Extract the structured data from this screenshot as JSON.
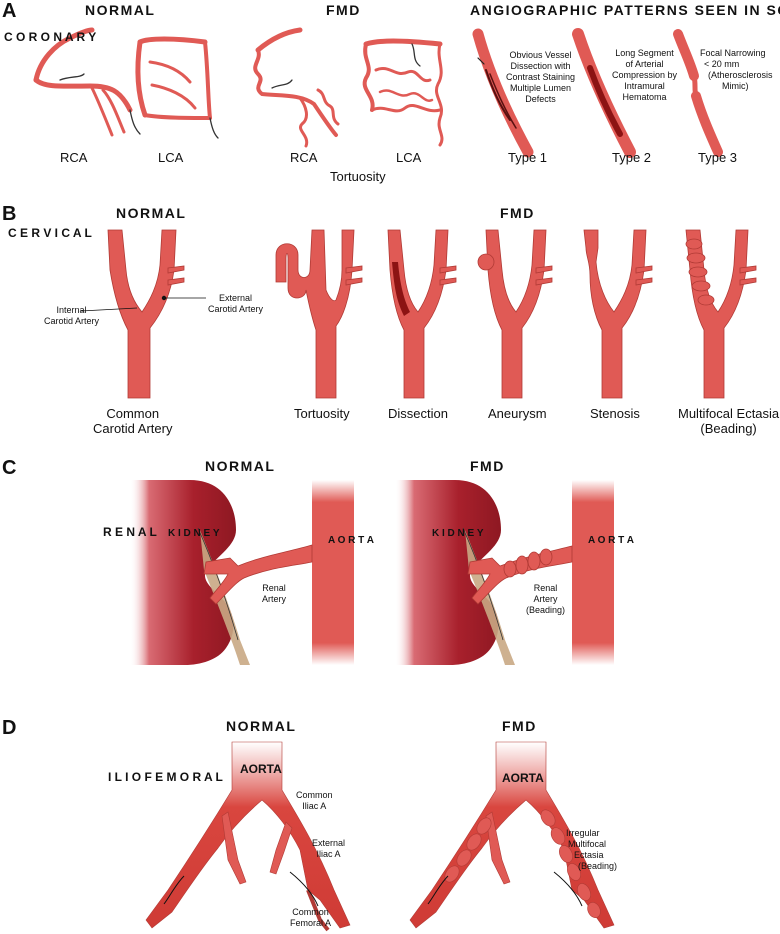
{
  "panels": {
    "a": "A",
    "b": "B",
    "c": "C",
    "d": "D"
  },
  "a": {
    "normal": "NORMAL",
    "fmd": "FMD",
    "scad_title": "ANGIOGRAPHIC PATTERNS SEEN IN SCAD",
    "region": "C O R O N A R Y",
    "rca": "RCA",
    "lca": "LCA",
    "rca2": "RCA",
    "lca2": "LCA",
    "tortuosity": "Tortuosity",
    "type1": "Type 1",
    "type2": "Type 2",
    "type3": "Type 3",
    "type1_desc": [
      "Obvious Vessel",
      "Dissection with",
      "Contrast Staining",
      "Multiple Lumen",
      "Defects"
    ],
    "type2_desc": [
      "Long Segment",
      "of Arterial",
      "Compression by",
      "Intramural",
      "Hematoma"
    ],
    "type3_desc": [
      "Focal Narrowing",
      "< 20 mm",
      "(Atherosclerosis",
      "Mimic)"
    ]
  },
  "b": {
    "normal": "NORMAL",
    "fmd": "FMD",
    "region": "C E R V I C A L",
    "internal": [
      "Internal",
      "Carotid Artery"
    ],
    "external": [
      "External",
      "Carotid Artery"
    ],
    "common": [
      "Common",
      "Carotid Artery"
    ],
    "tortuosity": "Tortuosity",
    "dissection": "Dissection",
    "aneurysm": "Aneurysm",
    "stenosis": "Stenosis",
    "ectasia": [
      "Multifocal Ectasia",
      "(Beading)"
    ]
  },
  "c": {
    "normal": "NORMAL",
    "fmd": "FMD",
    "region": "R E N A L",
    "kidney": "K I D N E Y",
    "kidney2": "K I D N E Y",
    "aorta": "A O R T A",
    "aorta2": "A O R T A",
    "renal": [
      "Renal",
      "Artery"
    ],
    "renal2": [
      "Renal",
      "Artery",
      "(Beading)"
    ]
  },
  "d": {
    "normal": "NORMAL",
    "fmd": "FMD",
    "region": "I L I O F E M O R A L",
    "aorta": "AORTA",
    "aorta2": "AORTA",
    "common_iliac": [
      "Common",
      "Iliac A"
    ],
    "external_iliac": [
      "External",
      "Iliac A"
    ],
    "common_femoral": [
      "Common",
      "Femoral A"
    ],
    "irregular": [
      "Irregular",
      "Multifocal",
      "Ectasia",
      "(Beading)"
    ]
  },
  "colors": {
    "vessel": "#e05a55",
    "outline": "#9a2a27",
    "kidney": "#a8202c",
    "ureter": "#c9a884"
  }
}
